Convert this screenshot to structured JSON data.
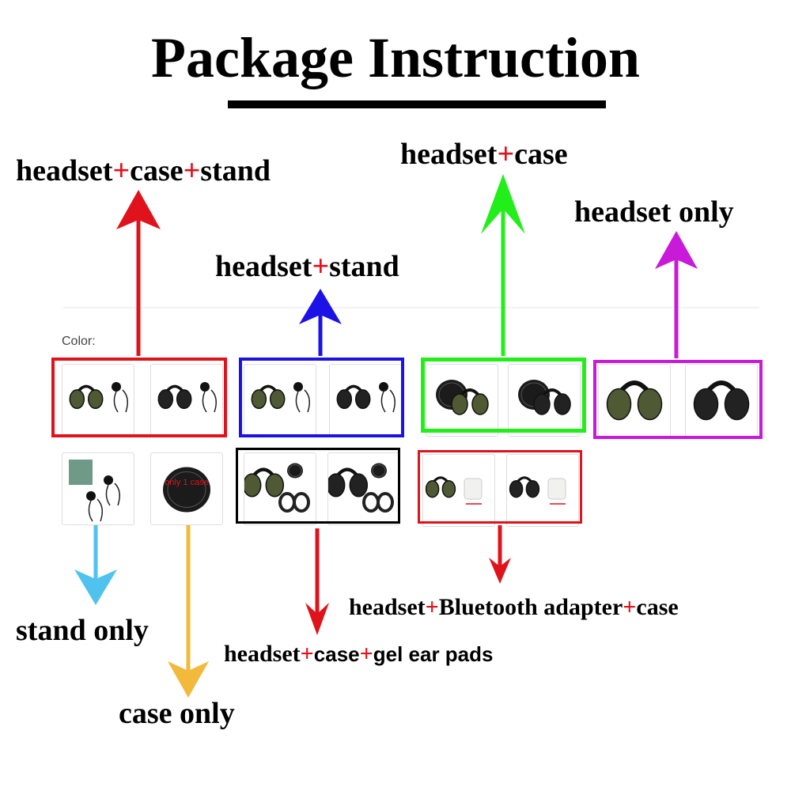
{
  "title": "Package Instruction",
  "color_label": "Color:",
  "colors": {
    "red": "#e0121b",
    "blue": "#1c12e6",
    "green": "#22ee1a",
    "purple": "#c81ad8",
    "black": "#000000",
    "sky": "#4fc3ee",
    "gold": "#f2b93b"
  },
  "options": [
    {
      "parts": [
        "headset",
        "case",
        "stand"
      ]
    },
    {
      "parts": [
        "headset",
        "stand"
      ]
    },
    {
      "parts": [
        "headset",
        "case"
      ]
    },
    {
      "parts": [
        "headset only"
      ]
    },
    {
      "parts": [
        "stand only"
      ]
    },
    {
      "parts": [
        "case only"
      ]
    },
    {
      "parts": [
        "headset",
        "case",
        "gel ear pads"
      ]
    },
    {
      "parts": [
        "headset",
        "Bluetooth adapter",
        "case"
      ]
    }
  ],
  "plus": "+",
  "thumbnail_text": "only 1 case",
  "icons": [
    "earmuff-headset-icon",
    "stand-icon",
    "case-icon",
    "ear-pad-icon",
    "bluetooth-adapter-icon"
  ]
}
